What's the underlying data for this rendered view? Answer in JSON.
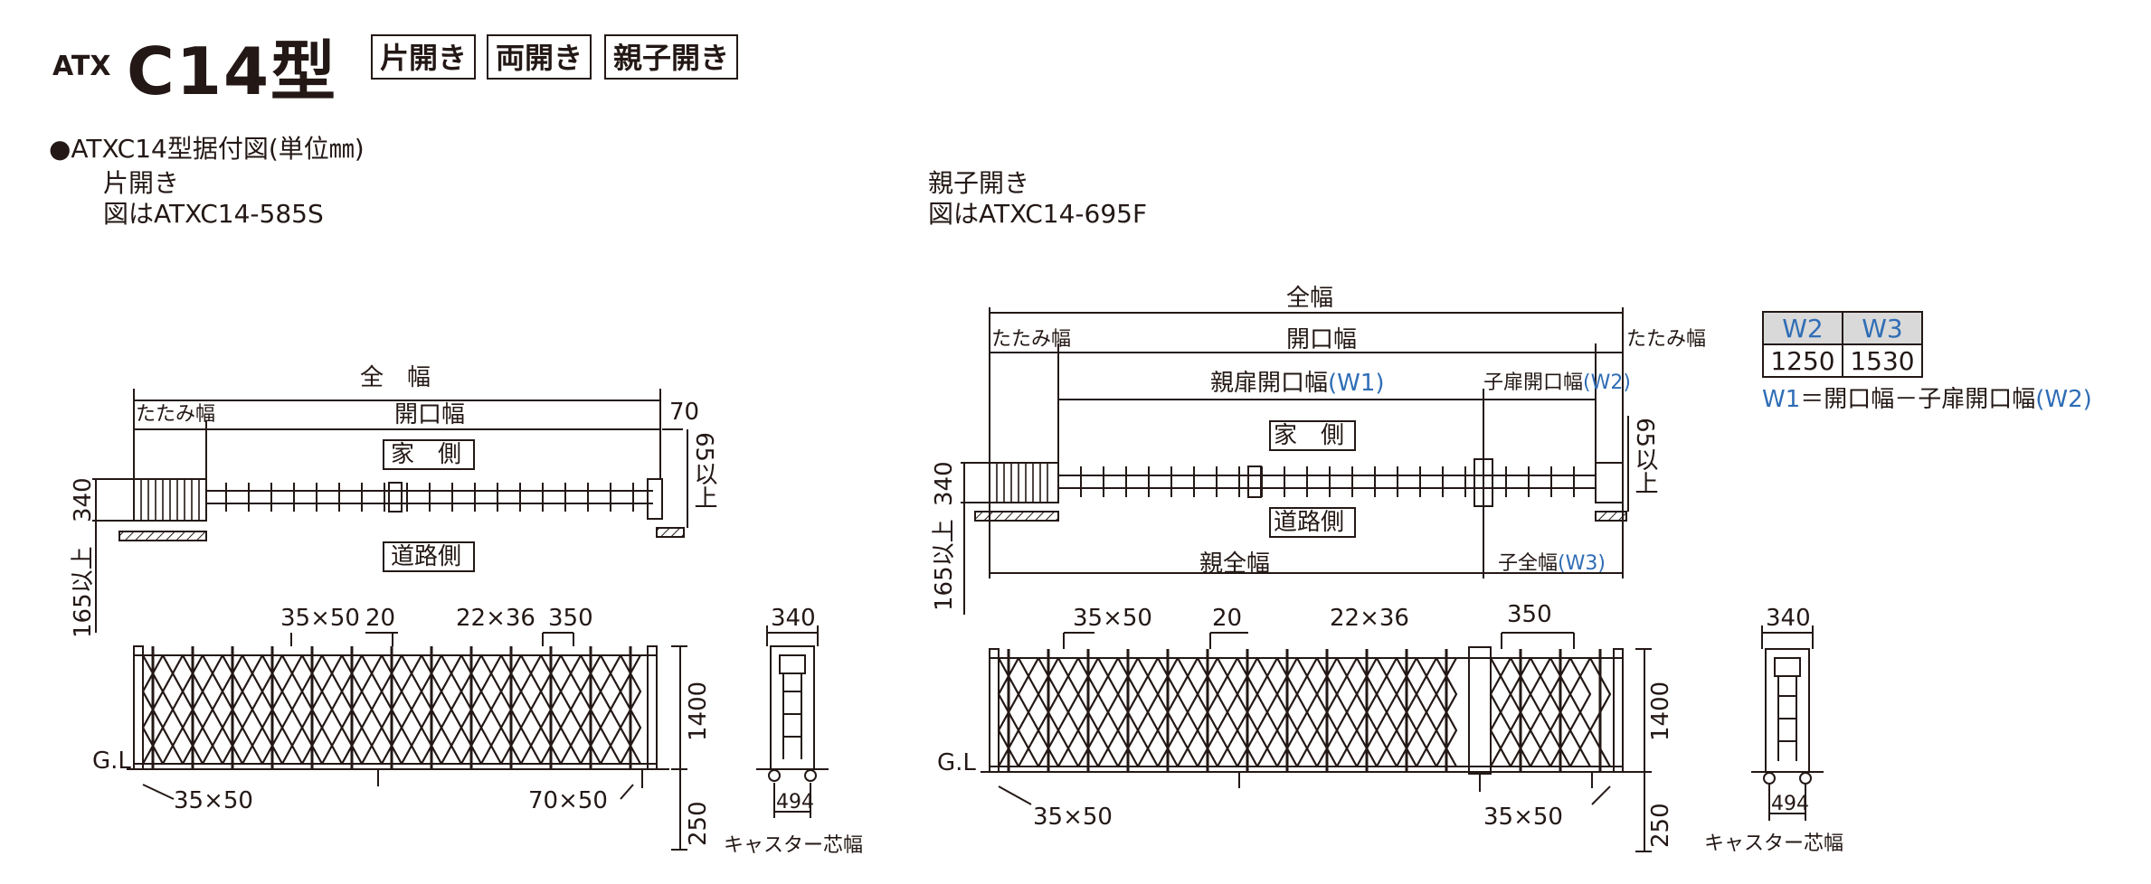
{
  "header": {
    "prefix": "ATX",
    "model": "C14型",
    "badges": [
      "片開き",
      "両開き",
      "親子開き"
    ]
  },
  "section_title": "●ATXC14型据付図(単位㎜)",
  "left": {
    "type_label": "片開き",
    "figure_note": "図はATXC14-585S",
    "plan": {
      "full_width": "全　幅",
      "folding_width": "たたみ幅",
      "opening_width": "開口幅",
      "dim_70": "70",
      "house_side": "家　側",
      "road_side": "道路側",
      "dim_340": "340",
      "dim_65": "65以上",
      "dim_165": "165以上"
    },
    "elevation": {
      "dim_35x50_top": "35×50",
      "dim_20": "20",
      "dim_22x36": "22×36",
      "dim_350": "350",
      "gl": "G.L",
      "dim_35x50_bottom": "35×50",
      "dim_70x50": "70×50",
      "dim_1400": "1400",
      "dim_250": "250",
      "side_340": "340",
      "side_494": "494",
      "caster_label": "キャスター芯幅"
    }
  },
  "right": {
    "type_label": "親子開き",
    "figure_note": "図はATXC14-695F",
    "plan": {
      "full_width": "全幅",
      "folding_width_left": "たたみ幅",
      "opening_width": "開口幅",
      "folding_width_right": "たたみ幅",
      "parent_opening": "親扉開口幅",
      "parent_opening_tag": "(W1)",
      "child_opening": "子扉開口幅",
      "child_opening_tag": "(W2)",
      "house_side": "家　側",
      "road_side": "道路側",
      "parent_full": "親全幅",
      "child_full": "子全幅",
      "child_full_tag": "(W3)",
      "dim_340": "340",
      "dim_65": "65以上",
      "dim_165": "165以上"
    },
    "elevation": {
      "dim_35x50_top": "35×50",
      "dim_20": "20",
      "dim_22x36": "22×36",
      "dim_350": "350",
      "gl": "G.L",
      "dim_35x50_bottom_left": "35×50",
      "dim_35x50_bottom_right": "35×50",
      "dim_1400": "1400",
      "dim_250": "250",
      "side_340": "340",
      "side_494": "494",
      "caster_label": "キャスター芯幅"
    },
    "w_table": {
      "headers": [
        "W2",
        "W3"
      ],
      "values": [
        "1250",
        "1530"
      ]
    },
    "formula": {
      "w1": "W1",
      "eq": "＝開口幅－子扉開口幅",
      "w2": "(W2)"
    }
  }
}
